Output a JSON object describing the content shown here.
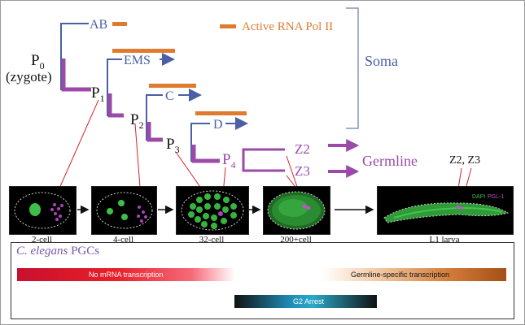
{
  "tree": {
    "zygote_label": "P",
    "zygote_sub": "0",
    "zygote_caption": "(zygote)",
    "p1": "P",
    "p1_sub": "1",
    "p2": "P",
    "p2_sub": "2",
    "p3": "P",
    "p3_sub": "3",
    "p4": "P",
    "p4_sub": "4",
    "ab": "AB",
    "ems": "EMS",
    "c": "C",
    "d": "D",
    "z2": "Z2",
    "z3": "Z3",
    "legend": "Active RNA Pol II",
    "soma": "Soma",
    "germline": "Germline",
    "z2z3": "Z2, Z3"
  },
  "panels": {
    "stages": [
      "2-cell",
      "4-cell",
      "32-cell",
      "200+cell",
      "L1 larva"
    ],
    "stain_dapi": "DAPI",
    "stain_pgl": "PGL-1"
  },
  "timeline": {
    "title_italic": "C. elegans",
    "title_rest": " PGCs",
    "no_mrna": "No mRNA transcription",
    "germline_specific": "Germline-specific transcription",
    "g2_arrest": "G2 Arrest"
  },
  "colors": {
    "soma_blue": "#4a5fa6",
    "germ_purple": "#9b4aa8",
    "pol_orange": "#e07a2e",
    "pointer_red": "#d8232a"
  }
}
